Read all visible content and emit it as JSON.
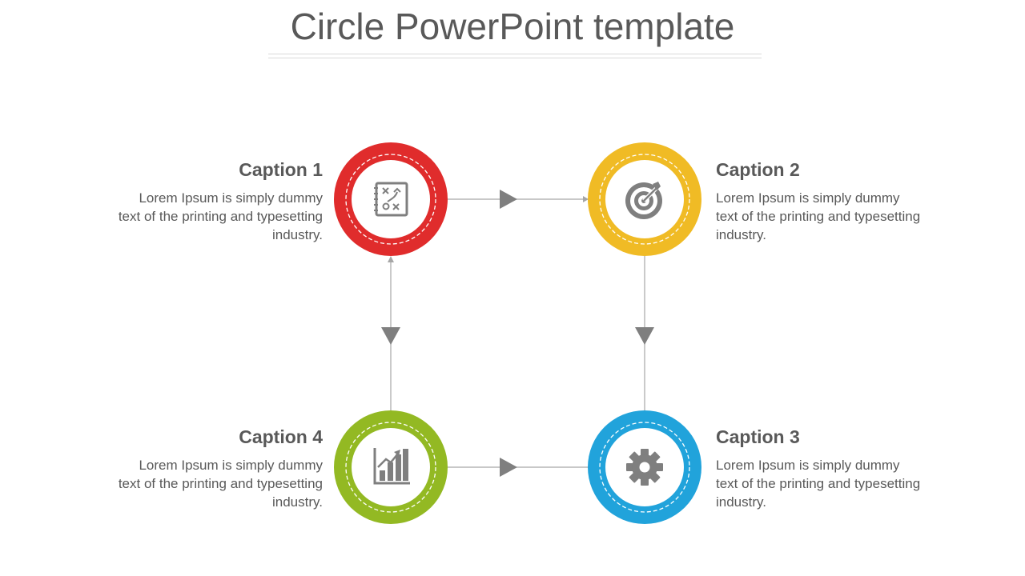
{
  "slide": {
    "title": "Circle PowerPoint template"
  },
  "nodes": [
    {
      "caption": "Caption 1",
      "text": "Lorem Ipsum is simply dummy text of the printing and typesetting industry.",
      "color": "#e02c2c",
      "icon": "strategy-board-icon"
    },
    {
      "caption": "Caption 2",
      "text": "Lorem Ipsum is simply dummy text of the printing and typesetting industry.",
      "color": "#f0bb25",
      "icon": "target-icon"
    },
    {
      "caption": "Caption 3",
      "text": "Lorem Ipsum is simply dummy text of the printing and typesetting industry.",
      "color": "#21a3db",
      "icon": "gear-icon"
    },
    {
      "caption": "Caption 4",
      "text": "Lorem Ipsum is simply dummy text of the printing and typesetting industry.",
      "color": "#93b923",
      "icon": "growth-chart-icon"
    }
  ],
  "colors": {
    "text": "#595959",
    "connector": "#a6a6a6",
    "arrowhead": "#7f7f7f",
    "icon": "#7f7f7f"
  }
}
